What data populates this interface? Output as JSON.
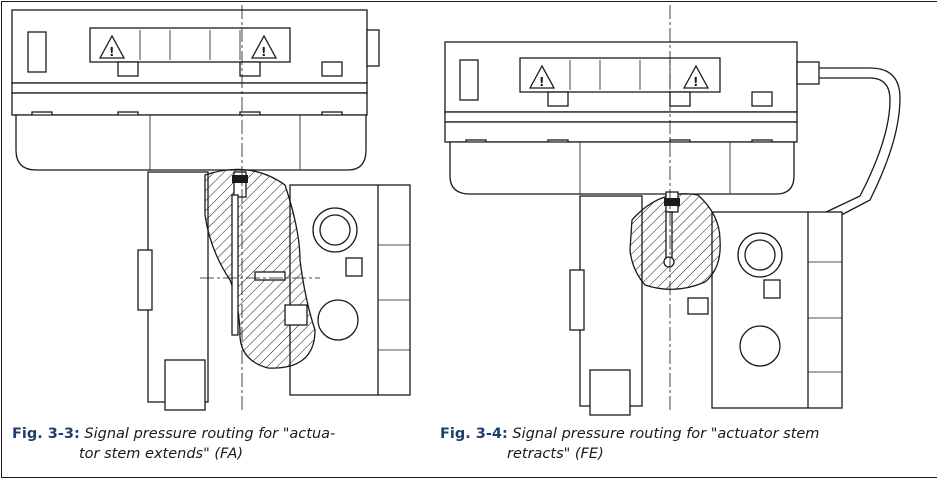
{
  "figures": [
    {
      "id": "fa",
      "label": "Fig. 3-3:",
      "caption_line1": "Signal pressure routing for \"actua-",
      "caption_line2": "tor stem extends\" (FA)"
    },
    {
      "id": "fe",
      "label": "Fig. 3-4:",
      "caption_line1": "Signal pressure routing for \"actuator stem",
      "caption_line2": "retracts\" (FE)"
    }
  ],
  "colors": {
    "caption_label": "#1f3e6e",
    "line": "#1a1a1a"
  }
}
